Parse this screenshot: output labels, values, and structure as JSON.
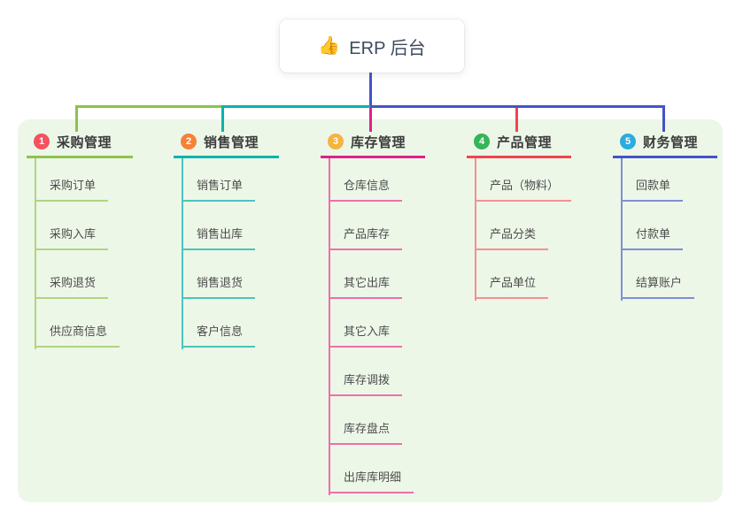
{
  "root": {
    "title": "ERP 后台",
    "icon": "👍"
  },
  "panel_bg": "#edf7e8",
  "connectors": {
    "root_line_color": "#4353c8",
    "bus_segment_colors": [
      "#8bc34a",
      "#00b5ad",
      "#4353c8"
    ]
  },
  "branches": [
    {
      "number": "1",
      "title": "采购管理",
      "badge_color": "#f4525f",
      "line_color": "#8bc34a",
      "child_line_color": "#aed581",
      "children": [
        "采购订单",
        "采购入库",
        "采购退货",
        "供应商信息"
      ]
    },
    {
      "number": "2",
      "title": "销售管理",
      "badge_color": "#f58238",
      "line_color": "#00b5ad",
      "child_line_color": "#4cc4bc",
      "children": [
        "销售订单",
        "销售出库",
        "销售退货",
        "客户信息"
      ]
    },
    {
      "number": "3",
      "title": "库存管理",
      "badge_color": "#f6b33d",
      "line_color": "#e0218a",
      "child_line_color": "#ef6fa9",
      "children": [
        "仓库信息",
        "产品库存",
        "其它出库",
        "其它入库",
        "库存调拨",
        "库存盘点",
        "出库库明细"
      ]
    },
    {
      "number": "4",
      "title": "产品管理",
      "badge_color": "#35b559",
      "line_color": "#f4444c",
      "child_line_color": "#f58f93",
      "children": [
        "产品（物料）",
        "产品分类",
        "产品单位"
      ]
    },
    {
      "number": "5",
      "title": "财务管理",
      "badge_color": "#2bacde",
      "line_color": "#4353c8",
      "child_line_color": "#7f8fd6",
      "children": [
        "回款单",
        "付款单",
        "结算账户"
      ]
    }
  ]
}
